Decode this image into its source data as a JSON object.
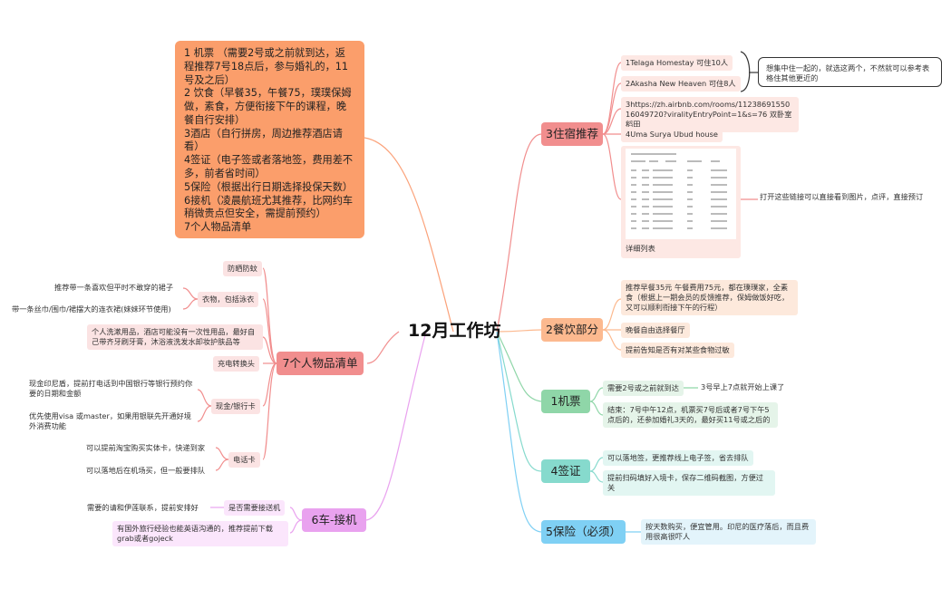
{
  "root": "12月工作坊",
  "summary": [
    "1 机票 （需要2号或之前就到达，返程推荐7号18点后，参与婚礼的，11号及之后）",
    "2 饮食（早餐35，午餐75，璞璞保姆做，素食，方便衔接下午的课程，晚餐自行安排）",
    "3酒店（自行拼房，周边推荐酒店请看）",
    "4签证（电子签或者落地签，费用差不多，前者省时间）",
    "5保险（根据出行日期选择投保天数）",
    "6接机（凌晨航班尤其推荐，比网约车稍微贵点但安全，需提前预约）",
    "7个人物品清单"
  ],
  "lodging": {
    "label": "3住宿推荐",
    "items": [
      "1Telaga Homestay 可住10人",
      "2Akasha New Heaven 可住8人",
      "3https://zh.airbnb.com/rooms/1123869155016049720?viralityEntryPoint=1&s=76 双卧室稻田",
      "4Uma Surya Ubud house"
    ],
    "callout": "想集中住一起的，就选这两个，不然就可以参考表格住其他更近的",
    "list_caption": "详细列表",
    "list_note": "打开这些链接可以直接看到图片，点评，直接预订"
  },
  "food": {
    "label": "2餐饮部分",
    "items": [
      "推荐早餐35元 午餐费用75元，都在璞璞家，全素食（根据上一期会员的反馈推荐，保姆做饭好吃，又可以顺利衔接下午的行程）",
      "晚餐自由选择餐厅",
      "提前告知是否有对某些食物过敏"
    ]
  },
  "ticket": {
    "label": "1机票",
    "items": [
      "需要2号或之前就到达",
      "结束：7号中午12点，机票买7号后或者7号下午5点后的，还参加婚礼3天的，最好买11号或之后的"
    ],
    "child": "3号早上7点就开始上课了"
  },
  "visa": {
    "label": "4签证",
    "items": [
      "可以落地签，更推荐线上电子签，省去排队",
      "提前扫码填好入境卡，保存二维码截图，方便过关"
    ]
  },
  "insurance": {
    "label": "5保险（必须）",
    "items": [
      "按天数购买，便宜管用。印尼的医疗落后，而且费用很高很吓人"
    ]
  },
  "personal": {
    "label": "7个人物品清单",
    "tags": {
      "sun": "防晒防蚊",
      "clothes": "衣物，包括泳衣",
      "charger": "充电转换头",
      "cash": "现金/银行卡",
      "sim": "电话卡"
    },
    "notes": {
      "skirt": "推荐带一条喜欢但平时不敢穿的裙子",
      "scarf": "带一条丝巾/围巾/裙摆大的连衣裙(妹妹环节使用)",
      "toiletries": "个人洗漱用品，酒店可能没有一次性用品，最好自己带齐牙刷牙膏，沐浴液洗发水卸妆护肤品等",
      "cash1": "现金印尼盾，提前打电话到中国银行等银行预约你要的日期和金额",
      "cash2": "优先使用visa 或master，如果用银联先开通好境外消费功能",
      "sim1": "可以提前淘宝购买实体卡，快递到家",
      "sim2": "可以落地后在机场买，但一般要排队"
    }
  },
  "pickup": {
    "label": "6车-接机",
    "tag": "是否需要接送机",
    "notes": {
      "lotus": "需要的请和伊莲联系，提前安排好",
      "grab": "有国外旅行经验也能英语沟通的，推荐提前下载grab或者gojeck"
    }
  },
  "colors": {
    "lodging": "#f18e8e",
    "food": "#fcb98f",
    "ticket": "#8fd6a8",
    "visa": "#86dacd",
    "insurance": "#7fd0f4",
    "personal": "#f18e8e",
    "pickup": "#e9a2ef",
    "summary": "#fb9e6b"
  }
}
